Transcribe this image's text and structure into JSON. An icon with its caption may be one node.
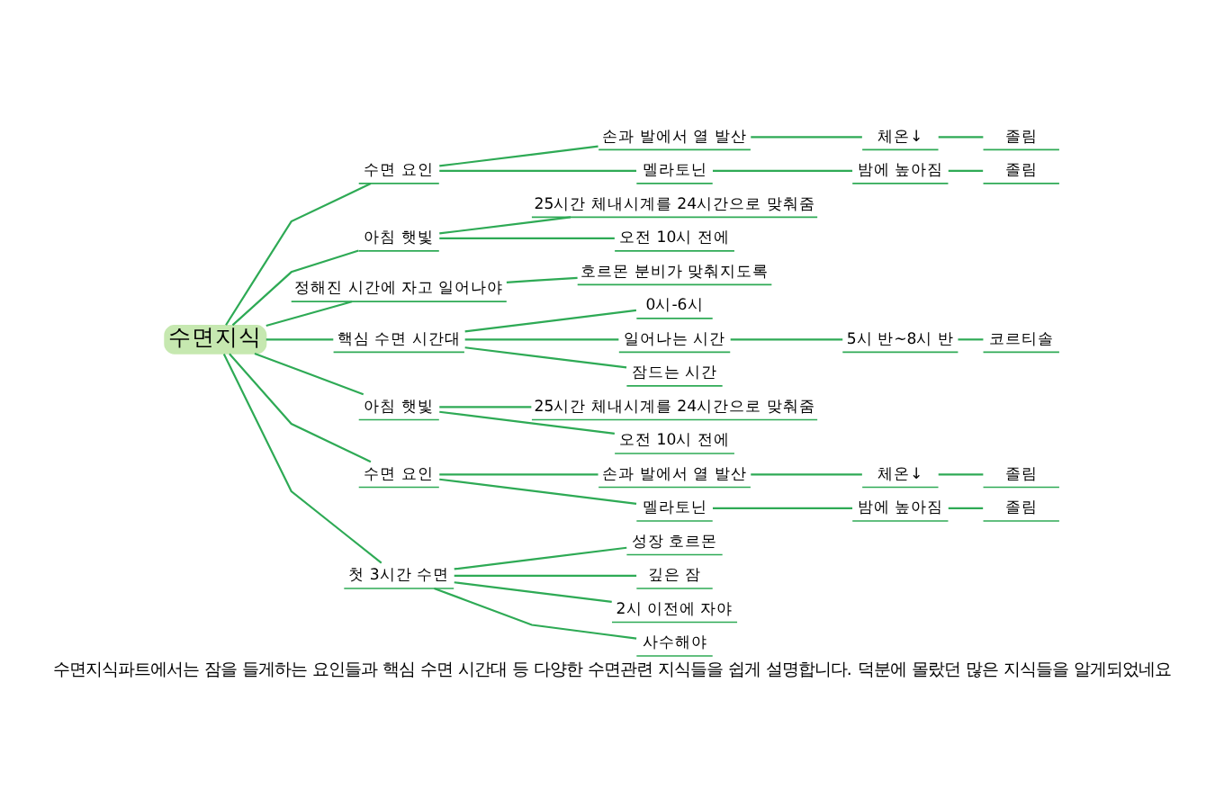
{
  "diagram": {
    "caption": "수면지식파트에서는 잠을 들게하는 요인들과 핵심 수면 시간대 등 다양한 수면관련 지식들을 쉽게 설명합니다. 덕분에 몰랐던 많은 지식들을 알게되었네요",
    "nodes": [
      {
        "text": [
          "수면지식"
        ]
      },
      {
        "text": [
          "수면 요인"
        ]
      },
      {
        "text": [
          "손과 발에서 열 발산"
        ]
      },
      {
        "text": [
          "체온↓"
        ]
      },
      {
        "text": [
          "졸림"
        ]
      },
      {
        "text": [
          "멜라토닌"
        ]
      },
      {
        "text": [
          "밤에 높아짐"
        ]
      },
      {
        "text": [
          "졸림"
        ]
      },
      {
        "text": [
          "아침 햇빛"
        ]
      },
      {
        "text": [
          "25시간 체내시계를 24시간으로 맞춰줌"
        ]
      },
      {
        "text": [
          "오전 10시 전에"
        ]
      },
      {
        "text": [
          "정해진 시간에 자고 일어나야"
        ]
      },
      {
        "text": [
          "호르몬 분비가 맞춰지도록"
        ]
      },
      {
        "text": [
          "핵심 수면 시간대"
        ]
      },
      {
        "text": [
          "0시-6시"
        ]
      },
      {
        "text": [
          "일어나는 시간"
        ]
      },
      {
        "text": [
          "5시 반~8시 반"
        ]
      },
      {
        "text": [
          "코르티솔"
        ]
      },
      {
        "text": [
          "잠드는 시간"
        ]
      },
      {
        "text": [
          "아침 햇빛"
        ]
      },
      {
        "text": [
          "25시간 체내시계를 24시간으로 맞춰줌"
        ]
      },
      {
        "text": [
          "오전 10시 전에"
        ]
      },
      {
        "text": [
          "수면 요인"
        ]
      },
      {
        "text": [
          "손과 발에서 열 발산"
        ]
      },
      {
        "text": [
          "체온↓"
        ]
      },
      {
        "text": [
          "졸림"
        ]
      },
      {
        "text": [
          "멜라토닌"
        ]
      },
      {
        "text": [
          "밤에 높아짐"
        ]
      },
      {
        "text": [
          "졸림"
        ]
      },
      {
        "text": [
          "첫 3시간 수면"
        ]
      },
      {
        "text": [
          "성장 호르몬"
        ]
      },
      {
        "text": [
          "깊은 잠"
        ]
      },
      {
        "text": [
          "2시 이전에 자야"
        ]
      },
      {
        "text": [
          "사수해야"
        ]
      }
    ],
    "edges": [
      {
        "from": 0,
        "to": 1,
        "arrow": "none"
      },
      {
        "from": 1,
        "to": 2,
        "arrow": "none"
      },
      {
        "from": 2,
        "to": 3,
        "arrow": "none"
      },
      {
        "from": 3,
        "to": 4,
        "arrow": "none"
      },
      {
        "from": 1,
        "to": 5,
        "arrow": "none"
      },
      {
        "from": 5,
        "to": 6,
        "arrow": "none"
      },
      {
        "from": 6,
        "to": 7,
        "arrow": "none"
      },
      {
        "from": 0,
        "to": 8,
        "arrow": "none"
      },
      {
        "from": 8,
        "to": 9,
        "arrow": "none"
      },
      {
        "from": 8,
        "to": 10,
        "arrow": "none"
      },
      {
        "from": 0,
        "to": 11,
        "arrow": "none"
      },
      {
        "from": 11,
        "to": 12,
        "arrow": "none"
      },
      {
        "from": 0,
        "to": 13,
        "arrow": "none"
      },
      {
        "from": 13,
        "to": 14,
        "arrow": "none"
      },
      {
        "from": 13,
        "to": 15,
        "arrow": "none"
      },
      {
        "from": 15,
        "to": 16,
        "arrow": "none"
      },
      {
        "from": 16,
        "to": 17,
        "arrow": "none"
      },
      {
        "from": 13,
        "to": 18,
        "arrow": "none"
      },
      {
        "from": 0,
        "to": 19,
        "arrow": "none"
      },
      {
        "from": 19,
        "to": 20,
        "arrow": "none"
      },
      {
        "from": 19,
        "to": 21,
        "arrow": "none"
      },
      {
        "from": 0,
        "to": 22,
        "arrow": "none"
      },
      {
        "from": 22,
        "to": 23,
        "arrow": "none"
      },
      {
        "from": 23,
        "to": 24,
        "arrow": "none"
      },
      {
        "from": 24,
        "to": 25,
        "arrow": "none"
      },
      {
        "from": 22,
        "to": 26,
        "arrow": "none"
      },
      {
        "from": 26,
        "to": 27,
        "arrow": "none"
      },
      {
        "from": 27,
        "to": 28,
        "arrow": "none"
      },
      {
        "from": 0,
        "to": 29,
        "arrow": "none"
      },
      {
        "from": 29,
        "to": 30,
        "arrow": "none"
      },
      {
        "from": 29,
        "to": 31,
        "arrow": "none"
      },
      {
        "from": 29,
        "to": 32,
        "arrow": "none"
      },
      {
        "from": 29,
        "to": 33,
        "arrow": "none"
      }
    ]
  }
}
